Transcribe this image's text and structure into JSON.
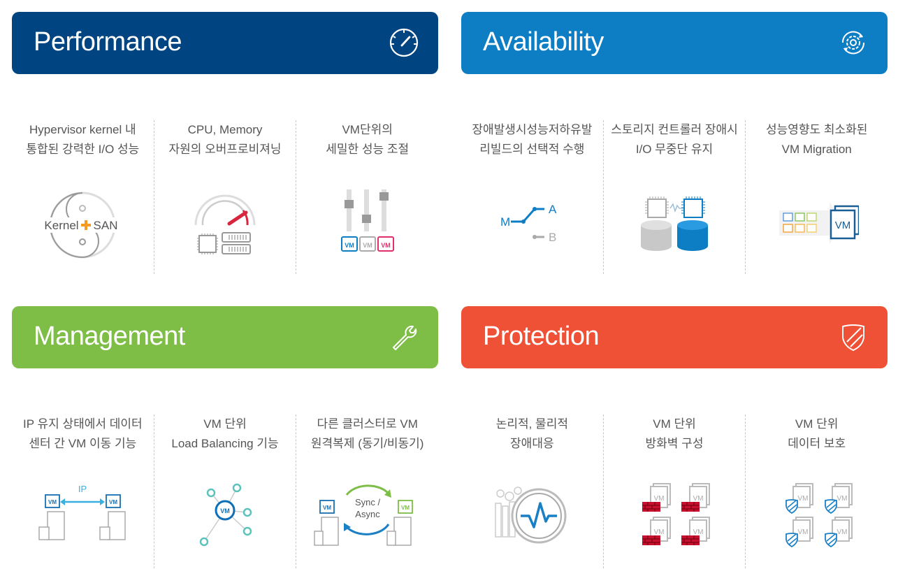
{
  "colors": {
    "performance": "#004481",
    "availability": "#0d7ec4",
    "management": "#7ebe47",
    "protection": "#ef5136",
    "text": "#555555",
    "accent_blue": "#0d7ec4",
    "accent_red": "#d7263d",
    "accent_orange": "#f59a23",
    "accent_teal": "#5bc3bc"
  },
  "panels": [
    {
      "title": "Performance",
      "icon": "speedometer-icon",
      "features": [
        {
          "line1": "Hypervisor kernel 내",
          "line2": "통합된 강력한 I/O 성능",
          "art": {
            "left": "Kernel",
            "right": "SAN"
          }
        },
        {
          "line1": "CPU, Memory",
          "line2": "자원의 오버프로비져닝"
        },
        {
          "line1": "VM단위의",
          "line2": "세밀한 성능 조절",
          "art": {
            "vm": "VM"
          }
        }
      ]
    },
    {
      "title": "Availability",
      "icon": "gear-refresh-icon",
      "features": [
        {
          "line1": "장애발생시성능저하유발",
          "line2": "리빌드의 선택적 수행",
          "art": {
            "m": "M",
            "a": "A",
            "b": "B"
          }
        },
        {
          "line1": "스토리지 컨트롤러 장애시",
          "line2": "I/O 무중단 유지"
        },
        {
          "line1": "성능영향도 최소화된",
          "line2": "VM Migration",
          "art": {
            "vm": "VM"
          }
        }
      ]
    },
    {
      "title": "Management",
      "icon": "wrench-icon",
      "features": [
        {
          "line1": "IP 유지 상태에서 데이터",
          "line2": "센터 간 VM 이동 기능",
          "art": {
            "ip": "IP",
            "vm": "VM"
          }
        },
        {
          "line1": "VM 단위",
          "line2": "Load Balancing 기능",
          "art": {
            "vm": "VM"
          }
        },
        {
          "line1": "다른 클러스터로 VM",
          "line2": "원격복제 (동기/비동기)",
          "art": {
            "sync": "Sync /",
            "async": "Async",
            "vm": "VM"
          }
        }
      ]
    },
    {
      "title": "Protection",
      "icon": "shield-icon",
      "features": [
        {
          "line1": "논리적, 물리적",
          "line2": "장애대응"
        },
        {
          "line1": "VM 단위",
          "line2": "방화벽 구성",
          "art": {
            "vm": "VM"
          }
        },
        {
          "line1": "VM 단위",
          "line2": "데이터 보호",
          "art": {
            "vm": "VM"
          }
        }
      ]
    }
  ]
}
